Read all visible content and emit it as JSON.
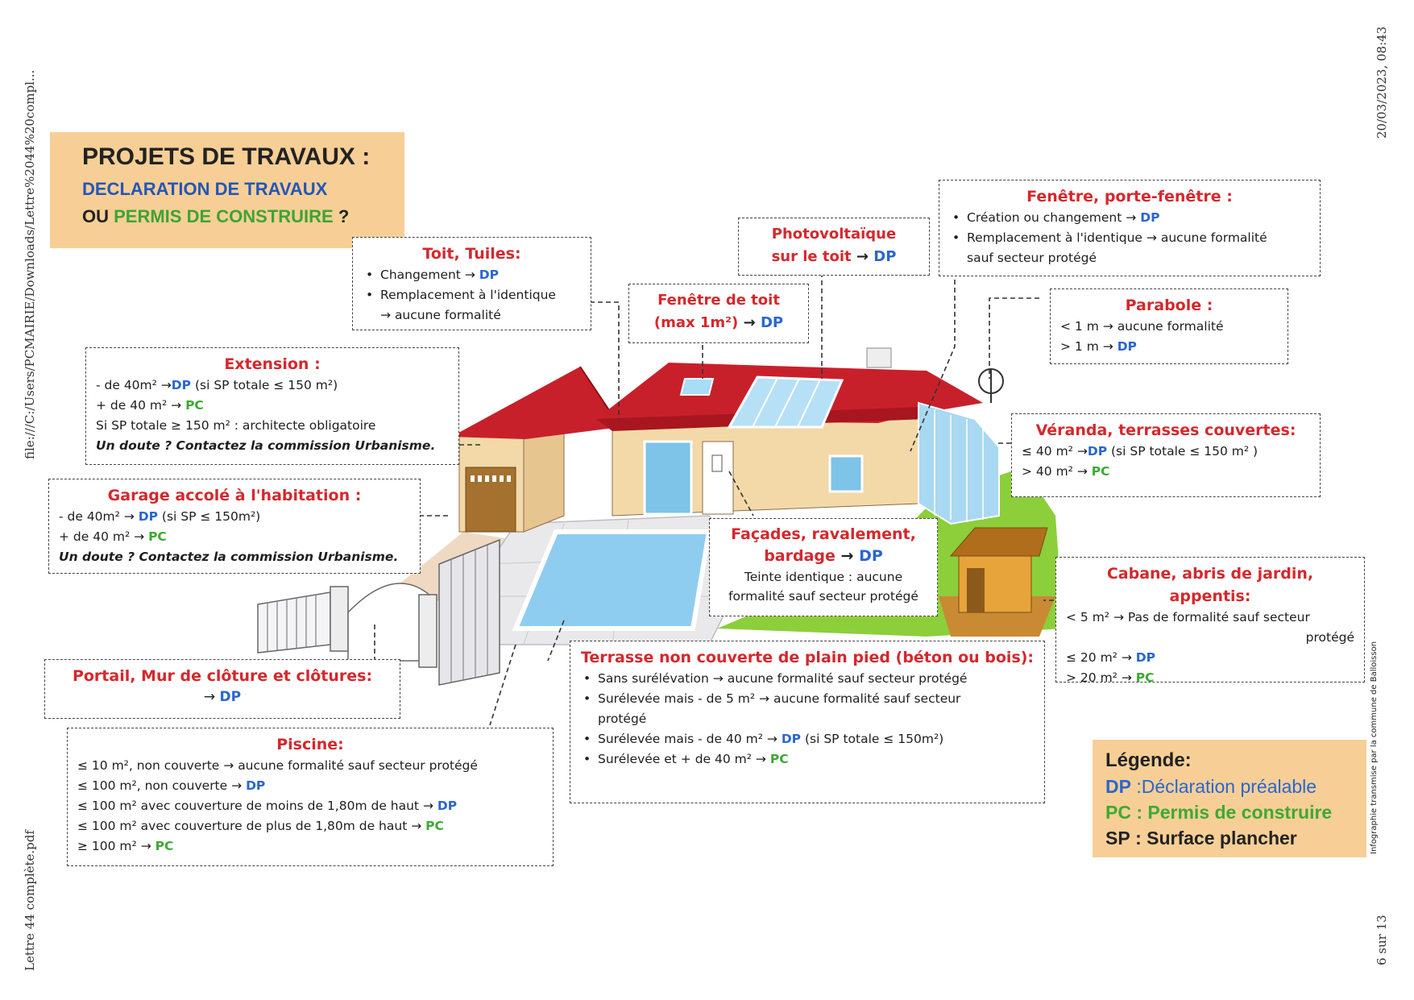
{
  "margin": {
    "left_path": "file:///C:/Users/PCMAIRIE/Downloads/Lettre%2044%20compl...",
    "left_file": "Lettre 44 complète.pdf",
    "right_date": "20/03/2023, 08:43",
    "right_page": "6 sur 13",
    "credit": "Infographie transmise par la commune de Balloisson"
  },
  "title": {
    "line1": "PROJETS DE TRAVAUX :",
    "line2": "DECLARATION DE TRAVAUX",
    "line3_pre": "OU ",
    "line3_pc": "PERMIS DE CONSTRUIRE",
    "line3_post": " ?"
  },
  "arrow": "→",
  "toit": {
    "heading": "Toit, Tuiles:",
    "b1": "Changement",
    "b1_code": "DP",
    "b2": "Remplacement à l'identique",
    "b2_cont": "aucune formalité"
  },
  "fenetre_toit": {
    "l1": "Fenêtre de toit",
    "l2": "(max 1m²)",
    "code": "DP"
  },
  "photo": {
    "l1": "Photovoltaïque",
    "l2": "sur le toit",
    "code": "DP"
  },
  "fenetre": {
    "heading": "Fenêtre, porte-fenêtre :",
    "b1": "Création ou changement",
    "b1_code": "DP",
    "b2": "Remplacement à l'identique",
    "b2_tail": "aucune formalité",
    "b2_cont": "sauf secteur protégé"
  },
  "parabole": {
    "heading": "Parabole :",
    "l1a": "< 1 m",
    "l1b": "aucune formalité",
    "l2a": "> 1 m",
    "l2_code": "DP"
  },
  "extension": {
    "heading": "Extension :",
    "l1a": "- de 40m²",
    "l1_code": "DP",
    "l1b": "(si SP totale ≤ 150 m²)",
    "l2a": "+ de 40 m²",
    "l2_code": "PC",
    "l3": "Si SP totale ≥ 150 m² : architecte obligatoire",
    "l4": "Un doute ? Contactez la commission Urbanisme."
  },
  "garage": {
    "heading": "Garage accolé à l'habitation :",
    "l1a": "- de 40m²",
    "l1_code": "DP",
    "l1b": "(si SP ≤ 150m²)",
    "l2a": "+ de 40 m²",
    "l2_code": "PC",
    "l3": "Un doute ? Contactez la commission Urbanisme."
  },
  "veranda": {
    "heading": "Véranda, terrasses couvertes:",
    "l1a": "≤ 40 m²",
    "l1_code": "DP",
    "l1b": "(si SP totale ≤ 150 m² )",
    "l2a": "> 40 m²",
    "l2_code": "PC"
  },
  "facades": {
    "h1": "Façades, ravalement,",
    "h2": "bardage",
    "code": "DP",
    "l1": "Teinte identique : aucune",
    "l2": "formalité sauf secteur protégé"
  },
  "cabane": {
    "heading": "Cabane, abris de jardin, appentis:",
    "l1a": "< 5 m²",
    "l1b": "Pas de formalité sauf secteur",
    "l1c": "protégé",
    "l2a": "≤ 20 m²",
    "l2_code": "DP",
    "l3a": "> 20 m²",
    "l3_code": "PC"
  },
  "portail": {
    "heading": "Portail, Mur de clôture et clôtures:",
    "code": "DP"
  },
  "terrasse": {
    "heading": "Terrasse non couverte de plain pied (béton ou bois):",
    "b1a": "Sans surélévation",
    "b1b": "aucune formalité sauf secteur protégé",
    "b2a": "Surélevée mais - de 5 m²",
    "b2b": "aucune formalité sauf secteur",
    "b2c": "protégé",
    "b3a": "Surélevée mais - de 40 m²",
    "b3_code": "DP",
    "b3b": "(si SP totale ≤ 150m²)",
    "b4a": "Surélevée et + de 40 m²",
    "b4_code": "PC"
  },
  "piscine": {
    "heading": "Piscine:",
    "l1a": "≤ 10 m², non couverte",
    "l1b": "aucune formalité sauf secteur protégé",
    "l2a": "≤ 100 m², non couverte",
    "l2_code": "DP",
    "l3a": "≤ 100 m² avec couverture de moins de 1,80m de haut",
    "l3_code": "DP",
    "l4a": "≤ 100 m² avec couverture de plus de 1,80m de haut",
    "l4_code": "PC",
    "l5a": "≥ 100 m²",
    "l5_code": "PC"
  },
  "legend": {
    "heading": "Légende:",
    "dp_code": "DP",
    "dp_text": ":Déclaration préalable",
    "pc_code": "PC",
    "pc_text": ": Permis de construire",
    "sp_code": "SP",
    "sp_text": ": Surface plancher"
  },
  "colors": {
    "heading_red": "#d5282d",
    "dp_blue": "#2a66d0",
    "pc_green": "#3ea934",
    "roof_red": "#c8202a",
    "wall_beige": "#f3d9a8",
    "pool_blue": "#8fcdf0",
    "box_orange": "#f7cf96",
    "grass_green": "#8ccf3a"
  }
}
